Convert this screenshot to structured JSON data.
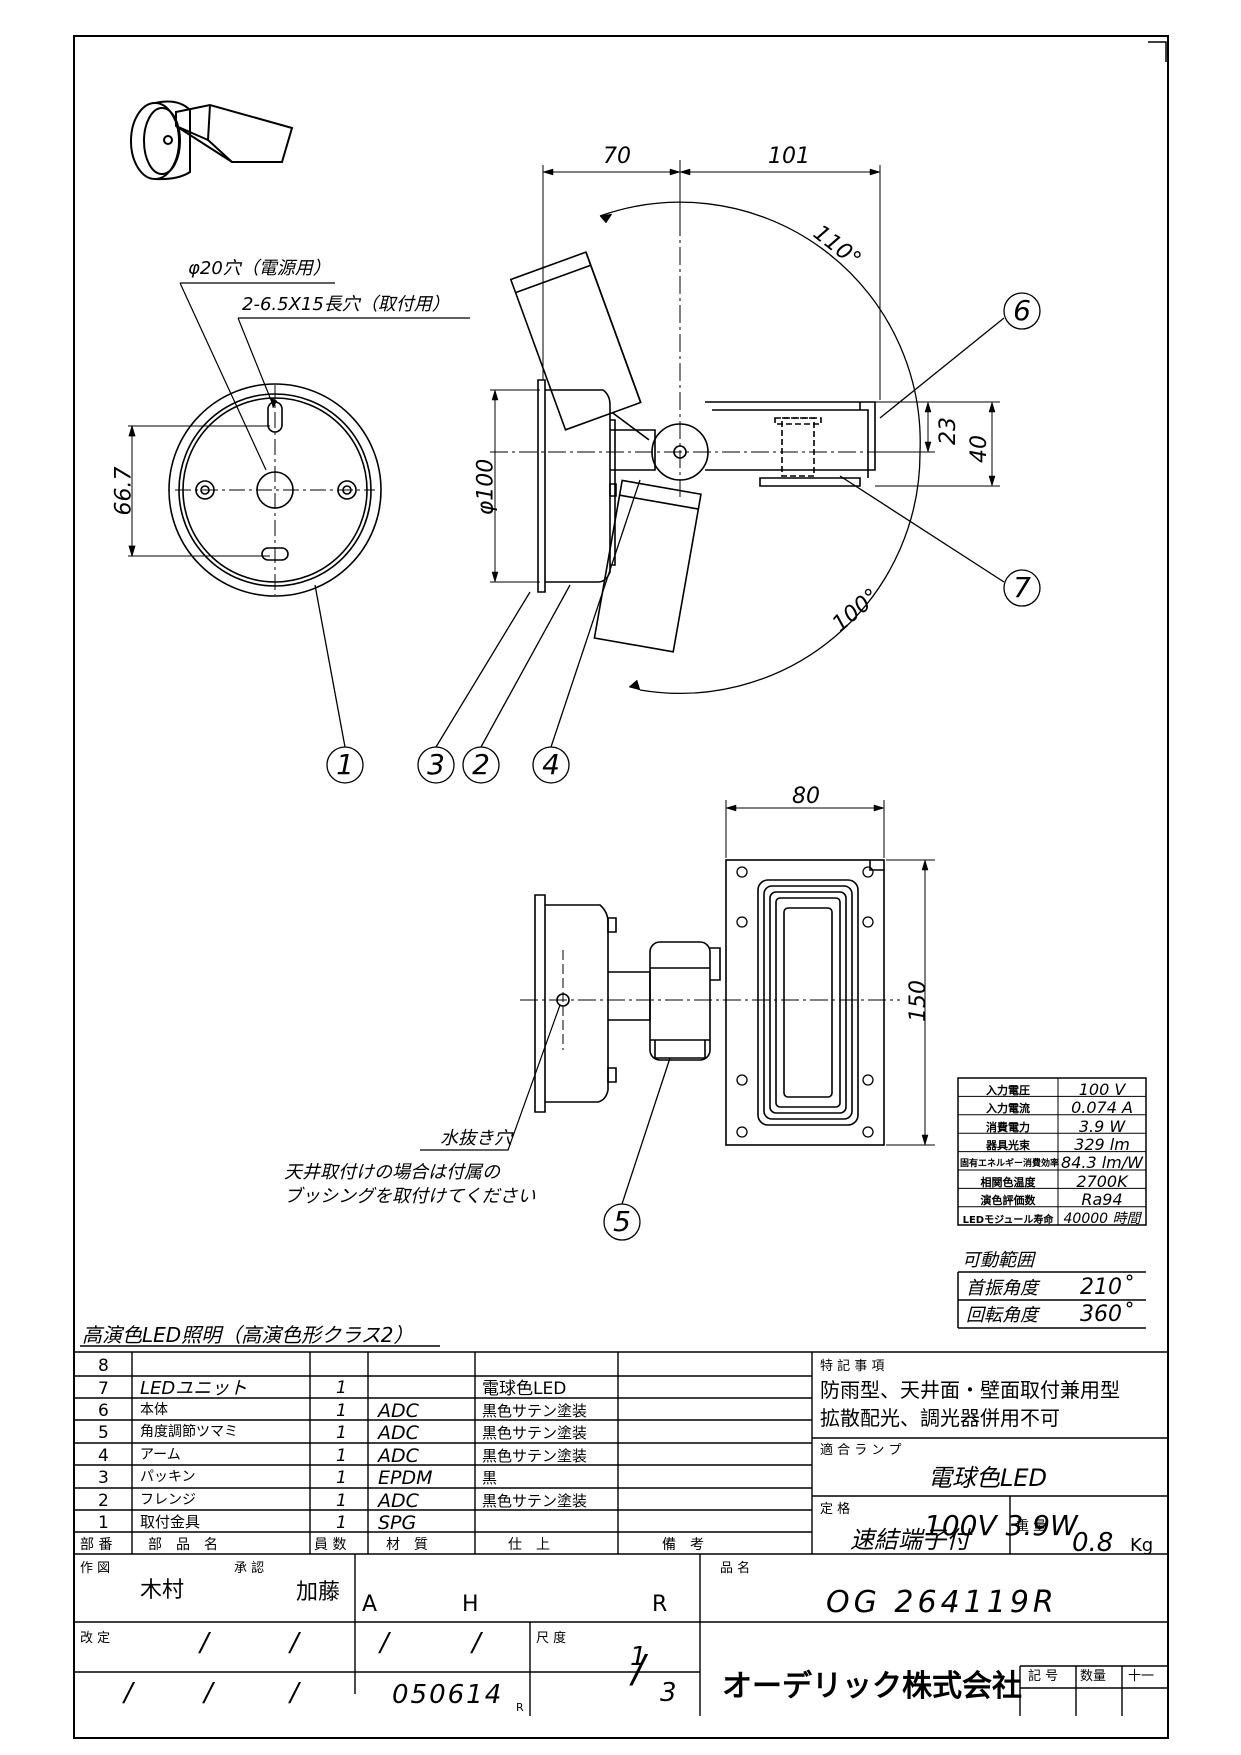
{
  "drawing": {
    "dims": {
      "d70": "70",
      "d101": "101",
      "d80": "80",
      "d150": "150",
      "d23": "23",
      "d40": "40",
      "d66": "66.7",
      "d100": "φ100",
      "a110": "110°",
      "a100": "100°"
    },
    "notes": {
      "hole_power": "φ20穴（電源用）",
      "hole_mount": "2-6.5X15長穴（取付用）",
      "drain": "水抜き穴",
      "ceiling_1": "天井取付けの場合は付属の",
      "ceiling_2": "ブッシングを取付けてください"
    },
    "callouts": [
      "1",
      "2",
      "3",
      "4",
      "5",
      "6",
      "7"
    ]
  },
  "spec_table": {
    "rows": [
      {
        "label": "入力電圧",
        "value": "100 V"
      },
      {
        "label": "入力電流",
        "value": "0.074 A"
      },
      {
        "label": "消費電力",
        "value": "3.9 W"
      },
      {
        "label": "器具光束",
        "value": "329 lm"
      },
      {
        "label": "固有エネルギー消費効率",
        "value": "84.3 lm/W"
      },
      {
        "label": "相関色温度",
        "value": "2700K"
      },
      {
        "label": "演色評価数",
        "value": "Ra94"
      },
      {
        "label": "LEDモジュール寿命",
        "value": "40000 時間"
      }
    ]
  },
  "motion": {
    "title": "可動範囲",
    "rows": [
      {
        "label": "首振角度",
        "value": "210˚"
      },
      {
        "label": "回転角度",
        "value": "360˚"
      }
    ]
  },
  "product_title": "高演色LED照明（高演色形クラス2）",
  "parts": [
    {
      "no": "8",
      "name": "",
      "qty": "",
      "material": "",
      "finish": ""
    },
    {
      "no": "7",
      "name": "LEDユニット",
      "qty": "1",
      "material": "",
      "finish": "電球色LED"
    },
    {
      "no": "6",
      "name": "本体",
      "qty": "1",
      "material": "ADC",
      "finish": "黒色サテン塗装"
    },
    {
      "no": "5",
      "name": "角度調節ツマミ",
      "qty": "1",
      "material": "ADC",
      "finish": "黒色サテン塗装"
    },
    {
      "no": "4",
      "name": "アーム",
      "qty": "1",
      "material": "ADC",
      "finish": "黒色サテン塗装"
    },
    {
      "no": "3",
      "name": "パッキン",
      "qty": "1",
      "material": "EPDM",
      "finish": "黒"
    },
    {
      "no": "2",
      "name": "フレンジ",
      "qty": "1",
      "material": "ADC",
      "finish": "黒色サテン塗装"
    },
    {
      "no": "1",
      "name": "取付金具",
      "qty": "1",
      "material": "SPG",
      "finish": ""
    }
  ],
  "header_row": {
    "no": "部 番",
    "name": "部　品　名",
    "qty": "員 数",
    "material": "材　質",
    "finish": "仕　上",
    "note": "備　考"
  },
  "special": {
    "title": "特 記 事 項",
    "line1": "防雨型、天井面・壁面取付兼用型",
    "line2": "拡散配光、調光器併用不可",
    "lamp_title": "適 合 ラ ン プ",
    "lamp": "電球色LED",
    "rating_title": "定 格",
    "rating": "100V  3.9W",
    "terminal": "速結端子付",
    "weight_title": "重 量",
    "weight": "0.8",
    "weight_unit": "Kg"
  },
  "titleblock": {
    "drawn_label": "作 図",
    "drawn": "木村",
    "approved_label": "承 認",
    "approved": "加藤",
    "a": "A",
    "h": "H",
    "r": "R",
    "product_label": "品 名",
    "product": "OG 264119R",
    "revision_label": "改 定",
    "date": "050614",
    "date_r": "R",
    "scale_label": "尺 度",
    "scale_num": "1",
    "scale_den": "3",
    "company": "オーデリック株式会社",
    "symbol_label": "記 号",
    "qty_label": "数量",
    "eleven": "十一",
    "slash": "/"
  }
}
